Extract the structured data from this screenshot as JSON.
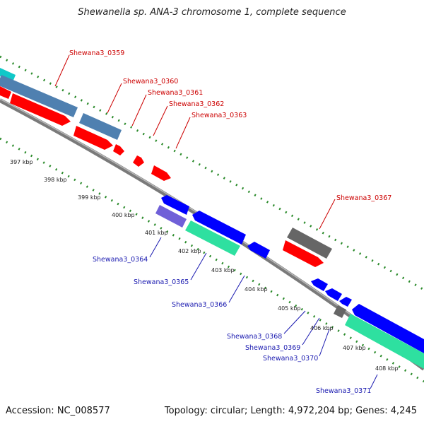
{
  "title": "Shewanella sp. ANA-3 chromosome 1, complete sequence",
  "footer": {
    "accession": "Accession: NC_008577",
    "topology": "Topology: circular; Length: 4,972,204 bp; Genes: 4,245"
  },
  "colors": {
    "forward_strand": "#ff0000",
    "reverse_strand": "#0000ff",
    "forward_label": "#cc0000",
    "reverse_label": "#1a1ab0",
    "backbone": "#8a8a8a",
    "tick": "#2a8a2a",
    "feature_steel": "#4f80b0",
    "feature_grey": "#666666",
    "feature_teal": "#2ee0a0",
    "feature_violet": "#7060d8",
    "feature_cyan": "#10c8c8"
  },
  "scale_labels": [
    "397 kbp",
    "398 kbp",
    "399 kbp",
    "400 kbp",
    "401 kbp",
    "402 kbp",
    "403 kbp",
    "404 kbp",
    "405 kbp",
    "406 kbp",
    "407 kbp",
    "408 kbp"
  ],
  "genes_top": [
    "Shewana3_0359",
    "Shewana3_0360",
    "Shewana3_0361",
    "Shewana3_0362",
    "Shewana3_0363",
    "Shewana3_0367"
  ],
  "genes_bottom": [
    "Shewana3_0364",
    "Shewana3_0365",
    "Shewana3_0366",
    "Shewana3_0368",
    "Shewana3_0369",
    "Shewana3_0370",
    "Shewana3_0371"
  ]
}
